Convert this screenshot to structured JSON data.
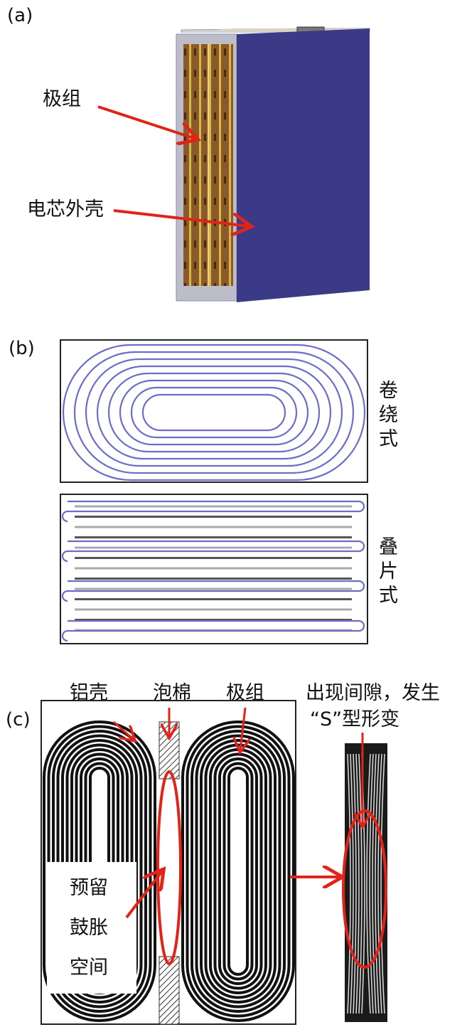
{
  "panel_a": {
    "tag": "(a)",
    "label_pack": "极组",
    "label_shell": "电芯外壳"
  },
  "panel_b": {
    "tag": "(b)",
    "label_wound": [
      "卷",
      "绕",
      "式"
    ],
    "label_stacked": [
      "叠",
      "片",
      "式"
    ]
  },
  "panel_c": {
    "tag": "(c)",
    "label_shell": "铝壳",
    "label_foam": "泡棉",
    "label_pack": "极组",
    "label_gap": [
      "出现间隙，发生",
      "“S”型形变"
    ],
    "label_space": [
      "预留",
      "鼓胀",
      "空间"
    ]
  },
  "colors": {
    "shell_blue": "#3b3a87",
    "coil_blue": "#6d6cc9",
    "arrow_red": "#e2231a"
  }
}
